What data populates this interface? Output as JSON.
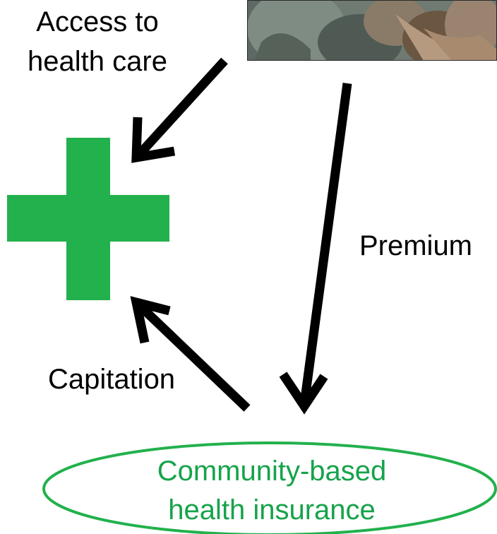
{
  "labels": {
    "access_line1": "Access to",
    "access_line2": "health care",
    "premium": "Premium",
    "capitation": "Capitation",
    "insurance_line1": "Community-based",
    "insurance_line2": "health insurance"
  },
  "colors": {
    "cross": "#22b14c",
    "ellipse_stroke": "#22b14c",
    "insurance_text": "#16a34a",
    "arrow": "#000000"
  },
  "icons": {
    "health_cross": "green-cross-icon",
    "community_photo": "community-photo"
  }
}
